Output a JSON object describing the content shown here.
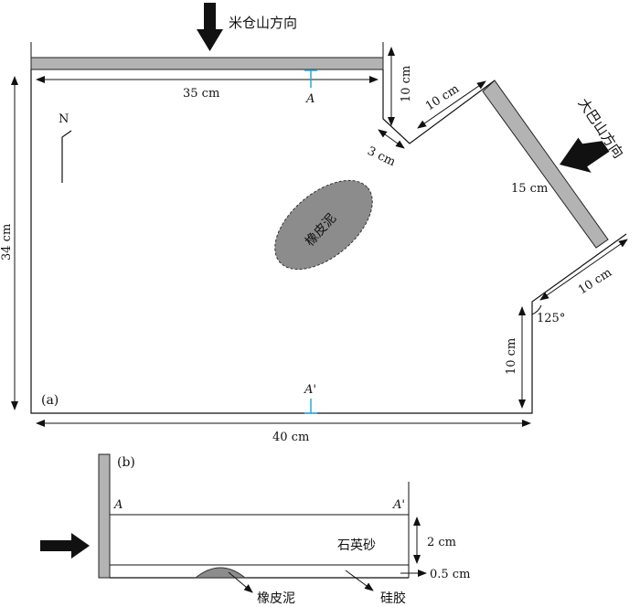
{
  "panel_a": {
    "label": "(a)",
    "compression_mi": "米仓山方向",
    "compression_daba": "大巴山方向",
    "north": "N",
    "dim_top": "35 cm",
    "dim_left": "34 cm",
    "dim_bottom": "40 cm",
    "dim_notch_vertical": "10 cm",
    "dim_notch_small": "3 cm",
    "dim_diag_upper": "10 cm",
    "dim_daba_wall": "15 cm",
    "dim_diag_lower": "10 cm",
    "dim_right_vertical": "10 cm",
    "angle": "125°",
    "section_start": "A",
    "section_end": "A'",
    "clay_label": "橡皮泥"
  },
  "panel_b": {
    "label": "(b)",
    "section_start": "A",
    "section_end": "A'",
    "sand_label": "石英砂",
    "dim_sand": "2 cm",
    "dim_silicone": "0.5 cm",
    "clay_label": "橡皮泥",
    "silicone_label": "硅胶"
  },
  "colors": {
    "wall_fill": "#b3b3b3",
    "clay_fill": "#8c8c8c",
    "section_marker": "#29a8e0",
    "line": "#111111"
  }
}
